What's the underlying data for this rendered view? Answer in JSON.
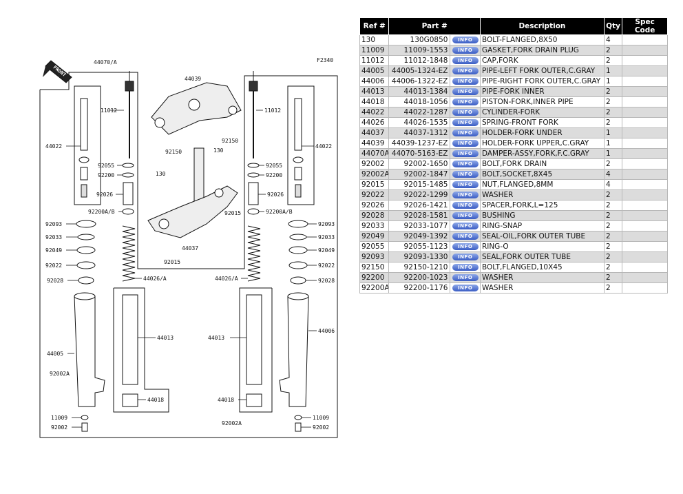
{
  "diagram": {
    "code": "F2340",
    "front_label": "FRONT",
    "callouts": {
      "p44070A": "44070/A",
      "p44039": "44039",
      "p11012L": "11012",
      "p11012R": "11012",
      "p44022L": "44022",
      "p44022R": "44022",
      "p92150a": "92150",
      "p92150b": "92150",
      "p130a": "130",
      "p130b": "130",
      "p92055L": "92055",
      "p92055R": "92055",
      "p92200L": "92200",
      "p92200R": "92200",
      "p92026L": "92026",
      "p92026R": "92026",
      "p92200BL": "92200A/B",
      "p92200BR": "92200A/B",
      "p92015a": "92015",
      "p92015b": "92015",
      "p44037": "44037",
      "p92093L": "92093",
      "p92093R": "92093",
      "p92033L": "92033",
      "p92033R": "92033",
      "p92049L": "92049",
      "p92049R": "92049",
      "p92022L": "92022",
      "p92022R": "92022",
      "p92028L": "92028",
      "p92028R": "92028",
      "p44026L": "44026/A",
      "p44026R": "44026/A",
      "p44013L": "44013",
      "p44013R": "44013",
      "p44005": "44005",
      "p44006": "44006",
      "p92002AL": "92002A",
      "p92002AR": "92002A",
      "p44018L": "44018",
      "p44018R": "44018",
      "p11009L": "11009",
      "p11009R": "11009",
      "p92002L": "92002",
      "p92002R": "92002"
    }
  },
  "table": {
    "headers": {
      "ref": "Ref #",
      "part": "Part #",
      "desc": "Description",
      "qty": "Qty",
      "spec": "Spec Code"
    },
    "info_label": "INFO",
    "rows": [
      {
        "ref": "130",
        "part": "130G0850",
        "desc": "BOLT-FLANGED,8X50",
        "qty": "4",
        "spec": ""
      },
      {
        "ref": "11009",
        "part": "11009-1553",
        "desc": "GASKET,FORK DRAIN PLUG",
        "qty": "2",
        "spec": ""
      },
      {
        "ref": "11012",
        "part": "11012-1848",
        "desc": "CAP,FORK",
        "qty": "2",
        "spec": ""
      },
      {
        "ref": "44005",
        "part": "44005-1324-EZ",
        "desc": "PIPE-LEFT FORK OUTER,C.GRAY",
        "qty": "1",
        "spec": ""
      },
      {
        "ref": "44006",
        "part": "44006-1322-EZ",
        "desc": "PIPE-RIGHT FORK OUTER,C.GRAY",
        "qty": "1",
        "spec": ""
      },
      {
        "ref": "44013",
        "part": "44013-1384",
        "desc": "PIPE-FORK INNER",
        "qty": "2",
        "spec": ""
      },
      {
        "ref": "44018",
        "part": "44018-1056",
        "desc": "PISTON-FORK,INNER PIPE",
        "qty": "2",
        "spec": ""
      },
      {
        "ref": "44022",
        "part": "44022-1287",
        "desc": "CYLINDER-FORK",
        "qty": "2",
        "spec": ""
      },
      {
        "ref": "44026",
        "part": "44026-1535",
        "desc": "SPRING-FRONT FORK",
        "qty": "2",
        "spec": ""
      },
      {
        "ref": "44037",
        "part": "44037-1312",
        "desc": "HOLDER-FORK UNDER",
        "qty": "1",
        "spec": ""
      },
      {
        "ref": "44039",
        "part": "44039-1237-EZ",
        "desc": "HOLDER-FORK UPPER,C.GRAY",
        "qty": "1",
        "spec": ""
      },
      {
        "ref": "44070A",
        "part": "44070-5163-EZ",
        "desc": "DAMPER-ASSY,FORK,F.C.GRAY",
        "qty": "1",
        "spec": ""
      },
      {
        "ref": "92002",
        "part": "92002-1650",
        "desc": "BOLT,FORK DRAIN",
        "qty": "2",
        "spec": ""
      },
      {
        "ref": "92002A",
        "part": "92002-1847",
        "desc": "BOLT,SOCKET,8X45",
        "qty": "4",
        "spec": ""
      },
      {
        "ref": "92015",
        "part": "92015-1485",
        "desc": "NUT,FLANGED,8MM",
        "qty": "4",
        "spec": ""
      },
      {
        "ref": "92022",
        "part": "92022-1299",
        "desc": "WASHER",
        "qty": "2",
        "spec": ""
      },
      {
        "ref": "92026",
        "part": "92026-1421",
        "desc": "SPACER,FORK,L=125",
        "qty": "2",
        "spec": ""
      },
      {
        "ref": "92028",
        "part": "92028-1581",
        "desc": "BUSHING",
        "qty": "2",
        "spec": ""
      },
      {
        "ref": "92033",
        "part": "92033-1077",
        "desc": "RING-SNAP",
        "qty": "2",
        "spec": ""
      },
      {
        "ref": "92049",
        "part": "92049-1392",
        "desc": "SEAL-OIL,FORK OUTER TUBE",
        "qty": "2",
        "spec": ""
      },
      {
        "ref": "92055",
        "part": "92055-1123",
        "desc": "RING-O",
        "qty": "2",
        "spec": ""
      },
      {
        "ref": "92093",
        "part": "92093-1330",
        "desc": "SEAL,FORK OUTER TUBE",
        "qty": "2",
        "spec": ""
      },
      {
        "ref": "92150",
        "part": "92150-1210",
        "desc": "BOLT,FLANGED,10X45",
        "qty": "2",
        "spec": ""
      },
      {
        "ref": "92200",
        "part": "92200-1023",
        "desc": "WASHER",
        "qty": "2",
        "spec": ""
      },
      {
        "ref": "92200A",
        "part": "92200-1176",
        "desc": "WASHER",
        "qty": "2",
        "spec": ""
      }
    ]
  }
}
